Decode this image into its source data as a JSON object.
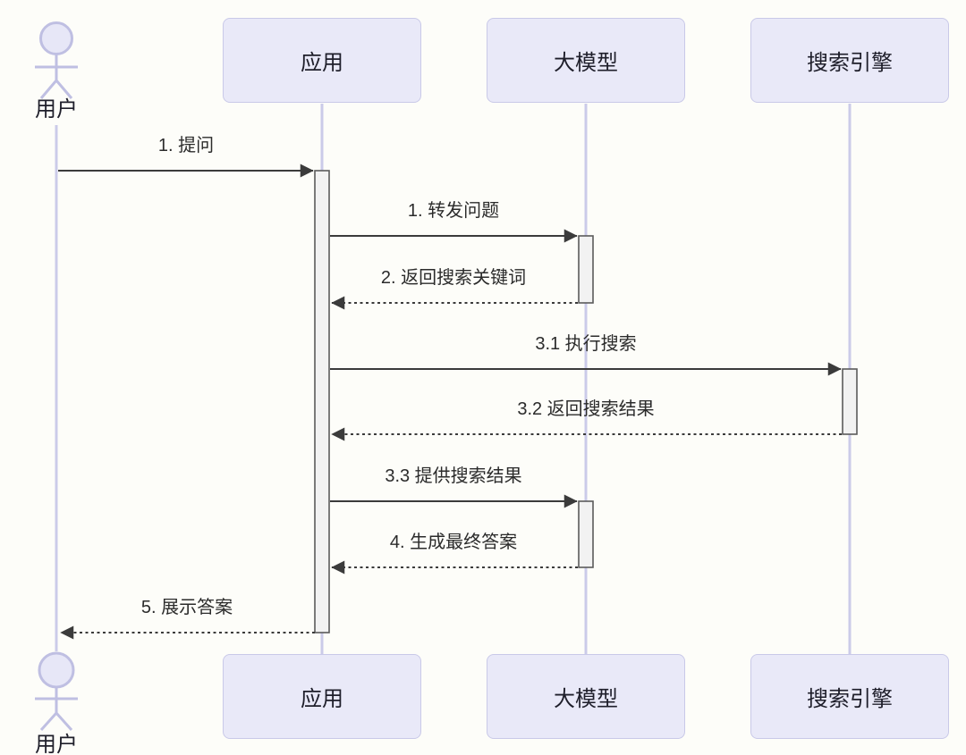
{
  "diagram": {
    "type": "sequence-diagram",
    "participants": [
      {
        "id": "user",
        "label": "用户",
        "kind": "actor"
      },
      {
        "id": "app",
        "label": "应用",
        "kind": "participant"
      },
      {
        "id": "model",
        "label": "大模型",
        "kind": "participant"
      },
      {
        "id": "search",
        "label": "搜索引擎",
        "kind": "participant"
      }
    ],
    "messages": [
      {
        "label": "1. 提问",
        "from": "用户",
        "to": "应用",
        "line": "solid"
      },
      {
        "label": "1. 转发问题",
        "from": "应用",
        "to": "大模型",
        "line": "solid"
      },
      {
        "label": "2. 返回搜索关键词",
        "from": "大模型",
        "to": "应用",
        "line": "dashed"
      },
      {
        "label": "3.1 执行搜索",
        "from": "应用",
        "to": "搜索引擎",
        "line": "solid"
      },
      {
        "label": "3.2 返回搜索结果",
        "from": "搜索引擎",
        "to": "应用",
        "line": "dashed"
      },
      {
        "label": "3.3 提供搜索结果",
        "from": "应用",
        "to": "大模型",
        "line": "solid"
      },
      {
        "label": "4. 生成最终答案",
        "from": "大模型",
        "to": "应用",
        "line": "dashed"
      },
      {
        "label": "5. 展示答案",
        "from": "应用",
        "to": "用户",
        "line": "dashed"
      }
    ],
    "colors": {
      "background": "#FDFDF9",
      "participant_fill": "#E9E9F8",
      "participant_border": "#C9C9E8",
      "lifeline": "#CBCBE9",
      "actor_stroke": "#BFBFE2",
      "actor_head_fill": "#E7E7F7",
      "activation_fill": "#F2F2F2",
      "activation_border": "#5B5B5B",
      "arrow": "#3B3B3B",
      "text": "#1E1E2A"
    }
  }
}
